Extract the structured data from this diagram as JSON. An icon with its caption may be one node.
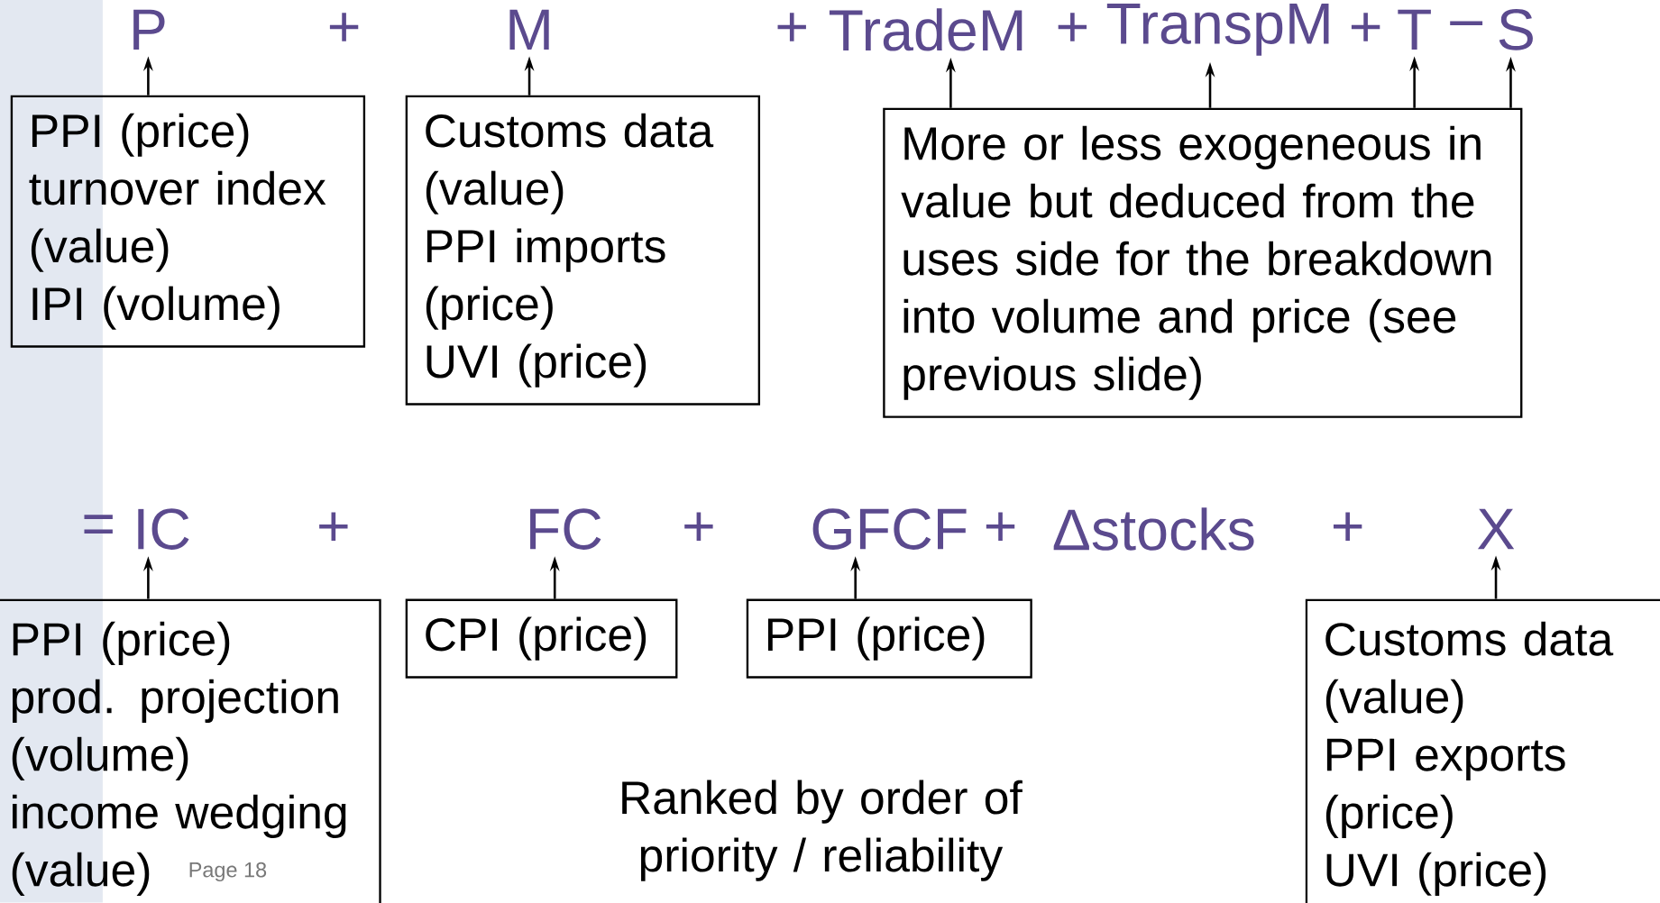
{
  "diagram": {
    "nodes": [
      {
        "text": [
          "P"
        ]
      },
      {
        "text": [
          "M"
        ]
      },
      {
        "text": [
          "TradeM"
        ]
      },
      {
        "text": [
          "TranspM"
        ]
      },
      {
        "text": [
          "T"
        ]
      },
      {
        "text": [
          "S"
        ]
      },
      {
        "text": [
          "PPI (price)",
          "turnover index (value)",
          "IPI (volume)"
        ]
      },
      {
        "text": [
          "Customs data (value)",
          "PPI imports (price)",
          "UVI (price)"
        ]
      },
      {
        "text": [
          "More or less exogeneous in value but deduced from the uses side for the breakdown into volume and price (see previous slide)"
        ]
      },
      {
        "text": [
          "IC"
        ]
      },
      {
        "text": [
          "FC"
        ]
      },
      {
        "text": [
          "GFCF"
        ]
      },
      {
        "text": [
          "Δstocks"
        ]
      },
      {
        "text": [
          "X"
        ]
      },
      {
        "text": [
          "PPI (price)",
          "prod. projection (volume)",
          "income wedging (value)"
        ]
      },
      {
        "text": [
          "CPI (price)"
        ]
      },
      {
        "text": [
          "PPI (price)"
        ]
      },
      {
        "text": [
          "Customs data (value)",
          "PPI exports (price)",
          "UVI (price)"
        ]
      }
    ],
    "edges": [
      {
        "from": 6,
        "to": 0,
        "arrow": "to"
      },
      {
        "from": 7,
        "to": 1,
        "arrow": "to"
      },
      {
        "from": 8,
        "to": 2,
        "arrow": "to"
      },
      {
        "from": 8,
        "to": 3,
        "arrow": "to"
      },
      {
        "from": 8,
        "to": 4,
        "arrow": "to"
      },
      {
        "from": 8,
        "to": 5,
        "arrow": "to"
      },
      {
        "from": 14,
        "to": 9,
        "arrow": "to"
      },
      {
        "from": 15,
        "to": 10,
        "arrow": "to"
      },
      {
        "from": 16,
        "to": 11,
        "arrow": "to"
      },
      {
        "from": 17,
        "to": 13,
        "arrow": "to"
      }
    ],
    "labels": [
      "+",
      "+",
      "+",
      "+",
      "–",
      "=",
      "+",
      "+",
      "+",
      "+",
      "Ranked by order of priority / reliability",
      "Page 18"
    ]
  }
}
